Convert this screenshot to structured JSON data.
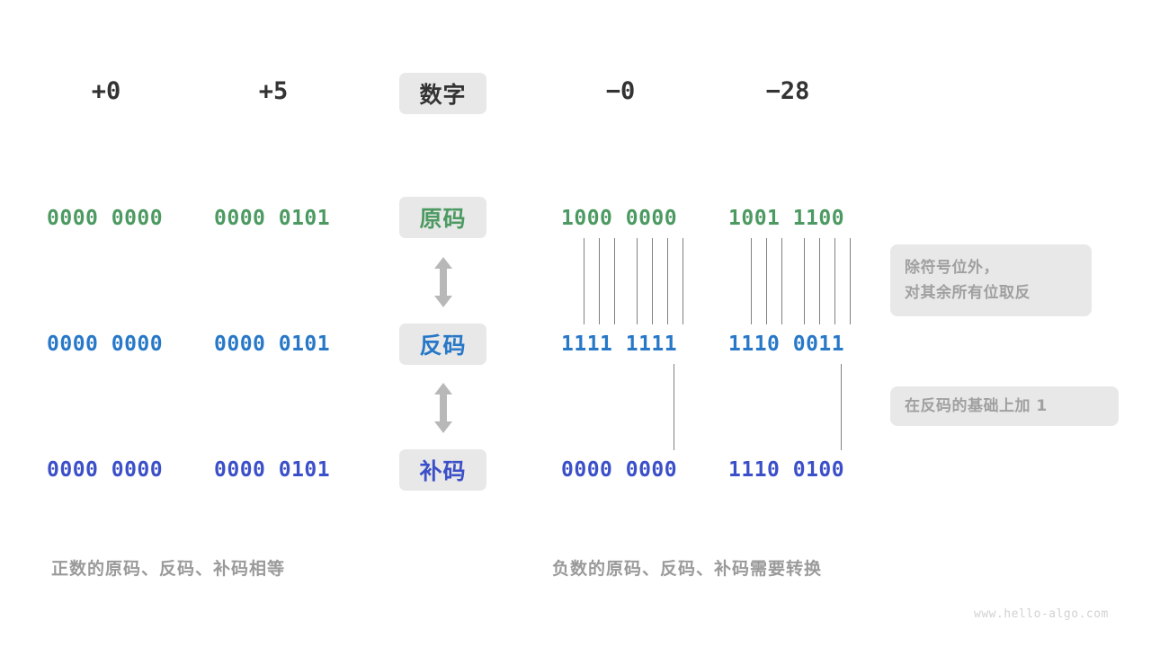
{
  "meta": {
    "watermark": "www.hello-algo.com",
    "colors": {
      "green": "#4c9a62",
      "blue": "#2878c8",
      "indigo": "#3b50c8",
      "chip_bg": "#e8e8e8",
      "note_text": "#a0a0a0",
      "caption": "#9a9a9a",
      "connector": "#808080",
      "arrow": "#b8b8b8",
      "background": "#ffffff"
    }
  },
  "header": {
    "row_label": "数字",
    "numbers": [
      "+0",
      "+5",
      "−0",
      "−28"
    ]
  },
  "rows": [
    {
      "label": "原码",
      "label_color": "green",
      "value_color": "green",
      "values": [
        "0000 0000",
        "0000 0101",
        "1000 0000",
        "1001 1100"
      ]
    },
    {
      "label": "反码",
      "label_color": "blue",
      "value_color": "blue",
      "values": [
        "0000 0000",
        "0000 0101",
        "1111 1111",
        "1110 0011"
      ]
    },
    {
      "label": "补码",
      "label_color": "indigo",
      "value_color": "indigo",
      "values": [
        "0000 0000",
        "0000 0101",
        "0000 0000",
        "1110 0100"
      ]
    }
  ],
  "arrows": [
    {
      "name": "arrow-yuanma-fanma",
      "direction": "up-down"
    },
    {
      "name": "arrow-fanma-buma",
      "direction": "up-down"
    }
  ],
  "connectors": [
    {
      "name": "connector-yuanma-to-fanma",
      "description": "除符号位外的 7 位逐位连线",
      "bit_indices": [
        1,
        2,
        3,
        4,
        5,
        6,
        7
      ]
    },
    {
      "name": "connector-fanma-to-buma",
      "description": "仅最低位连线",
      "bit_indices": [
        7
      ]
    }
  ],
  "notes": [
    {
      "lines": [
        "除符号位外，",
        "对其余所有位取反"
      ]
    },
    {
      "lines": [
        "在反码的基础上加  1"
      ]
    }
  ],
  "captions": {
    "left": "正数的原码、反码、补码相等",
    "right": "负数的原码、反码、补码需要转换"
  }
}
